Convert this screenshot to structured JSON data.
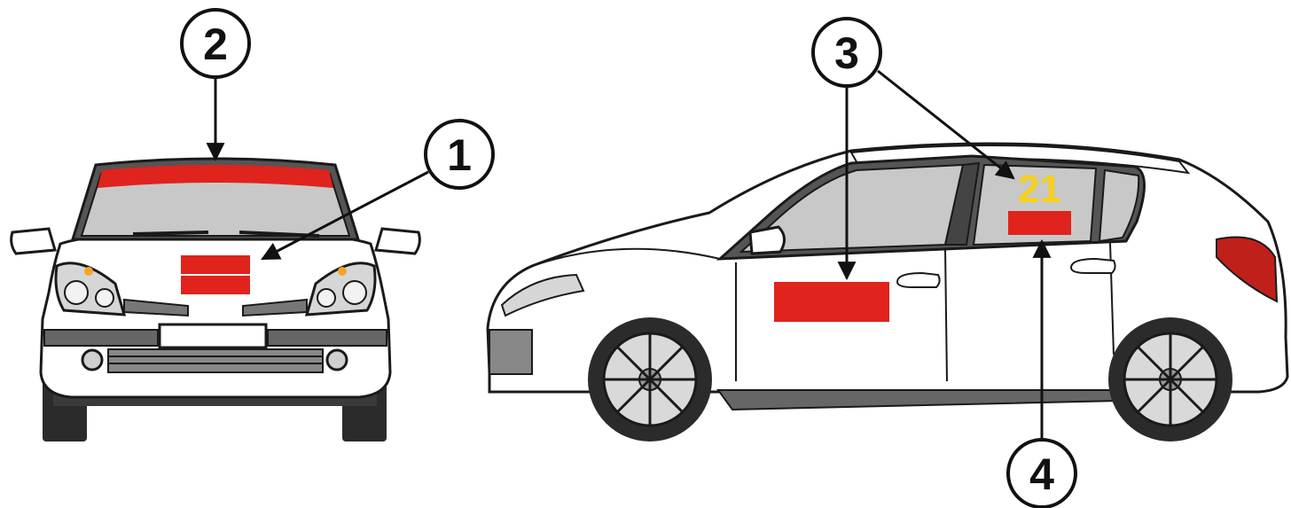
{
  "callouts": [
    {
      "id": "1",
      "label": "1"
    },
    {
      "id": "2",
      "label": "2"
    },
    {
      "id": "3",
      "label": "3"
    },
    {
      "id": "4",
      "label": "4"
    }
  ],
  "race_number": "21",
  "colors": {
    "marking_red": "#e0231c",
    "number_yellow": "#f7d117",
    "outline": "#1a1a1a",
    "glass": "#c8c8c8",
    "trim": "#555555",
    "body": "#ffffff"
  }
}
